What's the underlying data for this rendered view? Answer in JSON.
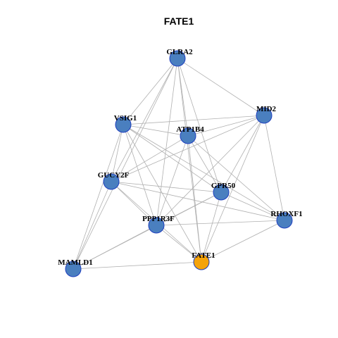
{
  "graph": {
    "title": "FATE1",
    "colors": {
      "node_default": "#4a7fbf",
      "node_highlight": "#f5a30a",
      "node_border": "#1f3fbf",
      "edge": "#b0b0b0"
    },
    "nodes": [
      {
        "id": "GLRA2",
        "label": "GLRA2",
        "highlight": false
      },
      {
        "id": "MID2",
        "label": "MID2",
        "highlight": false
      },
      {
        "id": "VSIG1",
        "label": "VSIG1",
        "highlight": false
      },
      {
        "id": "ATP1B4",
        "label": "ATP1B4",
        "highlight": false
      },
      {
        "id": "GUCY2F",
        "label": "GUCY2F",
        "highlight": false
      },
      {
        "id": "GPR50",
        "label": "GPR50",
        "highlight": false
      },
      {
        "id": "RHOXF1",
        "label": "RHOXF1",
        "highlight": false
      },
      {
        "id": "PPP1R3F",
        "label": "PPP1R3F",
        "highlight": false
      },
      {
        "id": "MAMLD1",
        "label": "MAMLD1",
        "highlight": false
      },
      {
        "id": "FATE1",
        "label": "FATE1",
        "highlight": true
      }
    ],
    "edges": [
      [
        "GLRA2",
        "MID2"
      ],
      [
        "GLRA2",
        "VSIG1"
      ],
      [
        "GLRA2",
        "ATP1B4"
      ],
      [
        "GLRA2",
        "GUCY2F"
      ],
      [
        "GLRA2",
        "GPR50"
      ],
      [
        "GLRA2",
        "PPP1R3F"
      ],
      [
        "GLRA2",
        "FATE1"
      ],
      [
        "GLRA2",
        "MAMLD1"
      ],
      [
        "MID2",
        "VSIG1"
      ],
      [
        "MID2",
        "ATP1B4"
      ],
      [
        "MID2",
        "GUCY2F"
      ],
      [
        "MID2",
        "GPR50"
      ],
      [
        "MID2",
        "RHOXF1"
      ],
      [
        "MID2",
        "PPP1R3F"
      ],
      [
        "MID2",
        "FATE1"
      ],
      [
        "VSIG1",
        "ATP1B4"
      ],
      [
        "VSIG1",
        "GUCY2F"
      ],
      [
        "VSIG1",
        "GPR50"
      ],
      [
        "VSIG1",
        "RHOXF1"
      ],
      [
        "VSIG1",
        "PPP1R3F"
      ],
      [
        "VSIG1",
        "FATE1"
      ],
      [
        "VSIG1",
        "MAMLD1"
      ],
      [
        "ATP1B4",
        "GUCY2F"
      ],
      [
        "ATP1B4",
        "GPR50"
      ],
      [
        "ATP1B4",
        "RHOXF1"
      ],
      [
        "ATP1B4",
        "PPP1R3F"
      ],
      [
        "ATP1B4",
        "FATE1"
      ],
      [
        "GUCY2F",
        "GPR50"
      ],
      [
        "GUCY2F",
        "RHOXF1"
      ],
      [
        "GUCY2F",
        "PPP1R3F"
      ],
      [
        "GUCY2F",
        "FATE1"
      ],
      [
        "GUCY2F",
        "MAMLD1"
      ],
      [
        "GPR50",
        "PPP1R3F"
      ],
      [
        "GPR50",
        "FATE1"
      ],
      [
        "GPR50",
        "RHOXF1"
      ],
      [
        "GPR50",
        "MAMLD1"
      ],
      [
        "RHOXF1",
        "PPP1R3F"
      ],
      [
        "RHOXF1",
        "FATE1"
      ],
      [
        "PPP1R3F",
        "FATE1"
      ],
      [
        "PPP1R3F",
        "MAMLD1"
      ],
      [
        "MAMLD1",
        "FATE1"
      ]
    ]
  }
}
